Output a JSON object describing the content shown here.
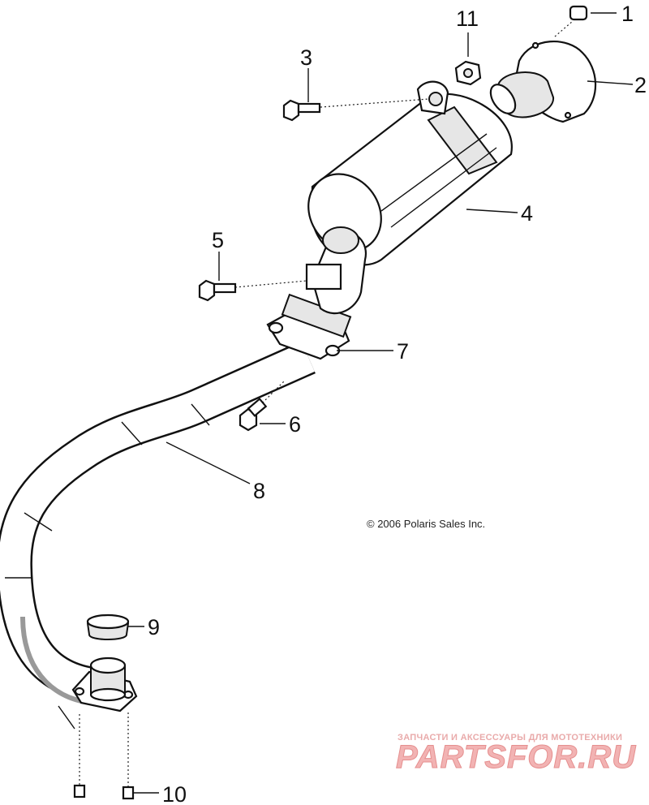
{
  "callouts": {
    "c1": "1",
    "c2": "2",
    "c3": "3",
    "c4": "4",
    "c5": "5",
    "c6": "6",
    "c7": "7",
    "c8": "8",
    "c9": "9",
    "c10": "10",
    "c11": "11"
  },
  "copyright": "© 2006 Polaris Sales Inc.",
  "watermark": {
    "tagline": "ЗАПЧАСТИ И АКСЕССУАРЫ ДЛЯ МОТОТЕХНИКИ",
    "brand": "PARTSFOR.RU"
  }
}
